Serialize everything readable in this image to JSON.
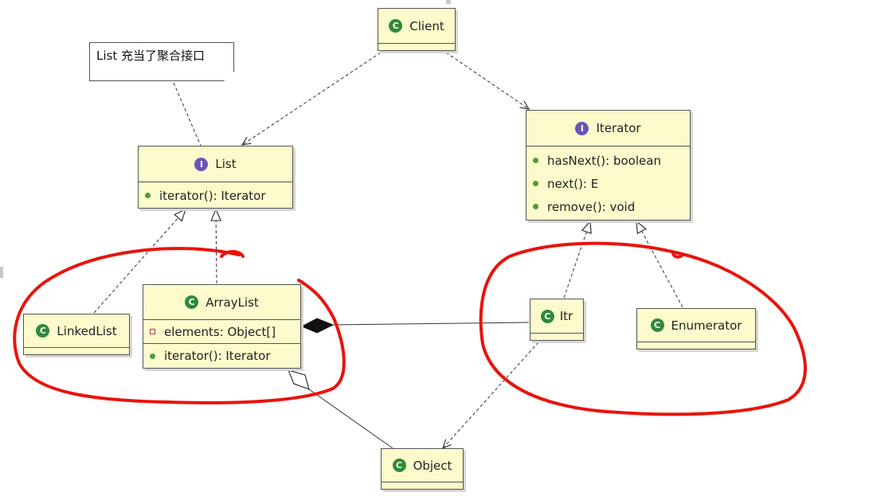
{
  "note": {
    "text": "List 充当了聚合接口"
  },
  "boxes": {
    "client": {
      "name": "Client",
      "kind": "class"
    },
    "list": {
      "name": "List",
      "kind": "interface",
      "members": [
        "iterator(): Iterator"
      ]
    },
    "iterator": {
      "name": "Iterator",
      "kind": "interface",
      "members": [
        "hasNext(): boolean",
        "next(): E",
        "remove(): void"
      ]
    },
    "linkedlist": {
      "name": "LinkedList",
      "kind": "class"
    },
    "arraylist": {
      "name": "ArrayList",
      "kind": "class",
      "fields": [
        "elements: Object[]"
      ],
      "members": [
        "iterator(): Iterator"
      ]
    },
    "itr": {
      "name": "Itr",
      "kind": "class"
    },
    "enumerator": {
      "name": "Enumerator",
      "kind": "class"
    },
    "object": {
      "name": "Object",
      "kind": "class"
    }
  },
  "icons": {
    "class": "C",
    "interface": "I"
  },
  "colors": {
    "box_fill": "#fdfbcc",
    "highlight_circle": "#e8140c",
    "public_dot": "#4e9a3c",
    "class_icon": "#2f8a3a",
    "interface_icon": "#6a55b8"
  }
}
